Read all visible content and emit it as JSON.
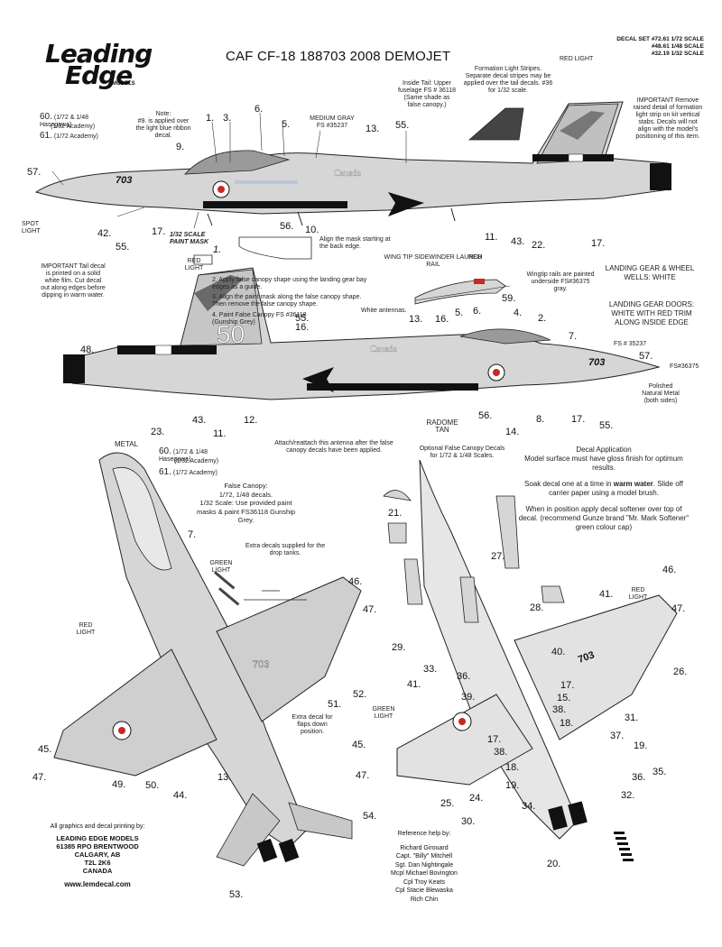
{
  "header": {
    "logo_line1": "Leading",
    "logo_line2": "Edge",
    "logo_line3": "MODELS",
    "title": "CAF CF-18 188703 2008 DEMOJET",
    "decal_sets": [
      "DECAL SET #72.61   1/72 SCALE",
      "#48.61   1/48 SCALE",
      "#32.19   1/32 SCALE"
    ]
  },
  "notes": {
    "ref60": "60.",
    "ref60_desc": "(1/72 & 1/48 Hasegawa)",
    "ref60_desc2": "(1/32 Academy)",
    "ref61": "61.",
    "ref61_desc": "(1/72 Academy)",
    "note9_title": "Note:",
    "note9": "#9. is applied over the light blue ribbon decal.",
    "medium_gray": "MEDIUM GRAY",
    "medium_gray_fs": "FS #35237",
    "inside_tail": "Inside Tail: Upper fuselage FS # 36118 (Same shade as false canopy.)",
    "formation": "Formation Light Stripes. Separate decal stripes may be applied over the tail decals. #36 for 1/32 scale.",
    "red_light_top": "RED LIGHT",
    "important_right": "IMPORTANT Remove raised detail of formation light strip on kit vertical stabs. Decals will not align with the model's positioning of this item.",
    "spot_light": "SPOT LIGHT",
    "paint_mask": "1/32 SCALE PAINT MASK",
    "paint_mask_num": "1.",
    "align_mask": "Align the mask starting at the back edge.",
    "red_light_mid": "RED LIGHT",
    "important_left": "IMPORTANT Tail decal is printed on a solid white film. Cut decal out along edges before dipping in warm water.",
    "step2": "2. Apply false canopy shape using the landing gear bay edges as a guide.",
    "step3": "3. Align the paint mask along the false canopy shape. Then remove the false canopy shape.",
    "step4": "4. Paint False Canopy FS #36118 (Gunship Grey)",
    "white_antennas": "White antennas.",
    "wingtip_rail": "WING TIP SIDEWINDER LAUNCH RAIL",
    "red_rail": "RED",
    "wingtip_rails_note": "Wingtip rails are painted underside FS#36375 gray.",
    "landing_gear": "LANDING GEAR & WHEEL WELLS: WHITE",
    "landing_doors": "LANDING GEAR DOORS: WHITE WITH RED TRIM ALONG INSIDE EDGE",
    "fs35237": "FS # 35237",
    "fs36375": "FS#36375",
    "polished": "Polished Natural Metal (both sides)",
    "radome": "RADOME",
    "radome_tan": "TAN",
    "metal": "METAL",
    "attach": "Attach/reattach this antenna after the false canopy decals have been applied.",
    "false_canopy": "False Canopy:",
    "false_canopy_sizes": "1/72, 1/48 decals.",
    "false_canopy_32": "1/32 Scale: Use provided paint masks & paint FS36118 Gunship Grey.",
    "optional_canopy": "Optional False Canopy Decals for 1/72 & 1/48 Scales.",
    "decal_app_title": "Decal Application",
    "decal_app_1": "Model surface must have gloss finish for optimum results.",
    "decal_app_2a": "Soak decal one at a time in ",
    "decal_app_2b": "warm water",
    "decal_app_2c": ". Slide off carrier paper using a model brush.",
    "decal_app_3": "When in position apply decal softener over top of decal. (recommend Gunze brand \"Mr. Mark Softener\" green colour cap)",
    "extra_drop": "Extra decals supplied for the drop tanks.",
    "green_light": "GREEN LIGHT",
    "red_light_left": "RED LIGHT",
    "red_light_right": "RED LIGHT",
    "green_light_b": "GREEN LIGHT",
    "extra_flaps": "Extra decal for flaps down position."
  },
  "aircraft": {
    "tail_number": "703",
    "fuselage_text": "Canada"
  },
  "callouts": {
    "c1": "1.",
    "c3": "3.",
    "c6": "6.",
    "c5": "5.",
    "c9": "9.",
    "c13": "13.",
    "c55": "55.",
    "c57": "57.",
    "c42": "42.",
    "c55b": "55.",
    "c17": "17.",
    "c56": "56.",
    "c10": "10.",
    "c11": "11.",
    "c43": "43.",
    "c22": "22.",
    "c17b": "17.",
    "m48": "48.",
    "m55": "55.",
    "m13": "13.",
    "m16": "16.",
    "m16b": "16.",
    "m5": "5.",
    "m6": "6.",
    "m4": "4.",
    "m2": "2.",
    "m7": "7.",
    "m57": "57.",
    "m59": "59.",
    "m23": "23.",
    "m43": "43.",
    "m12": "12.",
    "m11": "11.",
    "m56": "56.",
    "m14": "14.",
    "m8": "8.",
    "m17": "17.",
    "m55b": "55.",
    "b7": "7.",
    "b46": "46.",
    "b47": "47.",
    "b52": "52.",
    "b51": "51.",
    "b45": "45.",
    "b47b": "47.",
    "b49": "49.",
    "b50": "50.",
    "b44": "44.",
    "b13": "13.",
    "b54": "54.",
    "b53": "53.",
    "u21": "21.",
    "u27": "27.",
    "u28": "28.",
    "u29": "29.",
    "u33": "33.",
    "u36": "36.",
    "u40": "40.",
    "u41": "41.",
    "u41b": "41.",
    "u46": "46.",
    "u47": "47.",
    "u26": "26.",
    "u39": "39.",
    "u17": "17.",
    "u15": "15.",
    "u38": "38.",
    "u18": "18.",
    "u31": "31.",
    "u37": "37.",
    "u19": "19.",
    "u35": "35.",
    "u36b": "36.",
    "u17b": "17.",
    "u38b": "38.",
    "u18b": "18.",
    "u19b": "19.",
    "u32": "32.",
    "u34": "34.",
    "u45": "45.",
    "u47b": "47.",
    "u25": "25.",
    "u24": "24.",
    "u30": "30.",
    "u20": "20."
  },
  "footer": {
    "credit": "All graphics and decal printing by:",
    "company": "LEADING EDGE MODELS",
    "addr1": "61385 RPO BRENTWOOD",
    "addr2": "CALGARY, AB",
    "addr3": "T2L 2K6",
    "addr4": "CANADA",
    "web": "www.lemdecal.com"
  },
  "credits": {
    "title": "Reference help by:",
    "names": [
      "Richard Girouard",
      "Capt. \"Billy\" Mitchell",
      "Sgt. Dan Nightingale",
      "Mcpl Michael Bovington",
      "Cpl Troy Keats",
      "Cpl Stacie Blewaska",
      "Rich Chin"
    ]
  },
  "colors": {
    "fuselage": "#d6d6d6",
    "line": "#222222",
    "black": "#111111",
    "red": "#c82828",
    "canopy": "#5f5f5f",
    "white": "#ffffff"
  }
}
